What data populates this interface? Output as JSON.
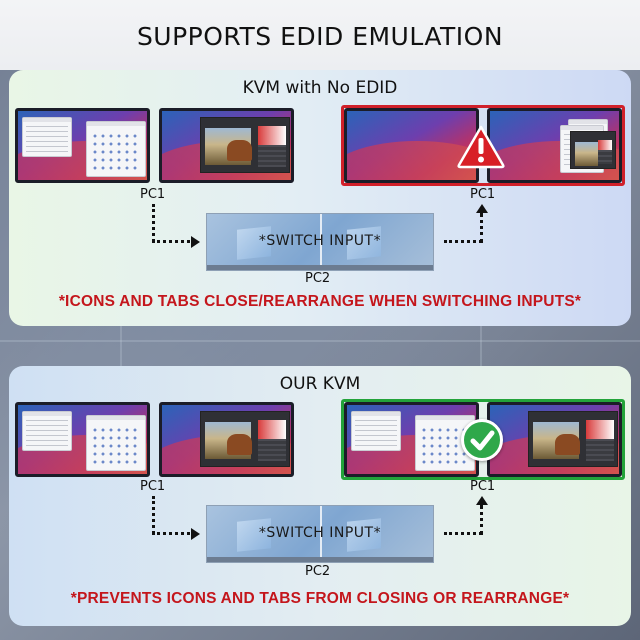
{
  "title": "SUPPORTS EDID EMULATION",
  "top_panel": {
    "heading": "KVM with No EDID",
    "label_pc1_left": "PC1",
    "label_pc1_right": "PC1",
    "label_pc2": "PC2",
    "switch_text": "*SWITCH INPUT*",
    "caption": "*ICONS AND TABS CLOSE/REARRANGE WHEN SWITCHING INPUTS*",
    "status_icon": "warning-icon"
  },
  "bottom_panel": {
    "heading": "OUR KVM",
    "label_pc1_left": "PC1",
    "label_pc1_right": "PC1",
    "label_pc2": "PC2",
    "switch_text": "*SWITCH INPUT*",
    "caption": "*PREVENTS ICONS AND TABS FROM CLOSING OR REARRANGE*",
    "status_icon": "checkmark-icon"
  },
  "colors": {
    "caption_red": "#c4161c",
    "highlight_red": "#d0202a",
    "highlight_green": "#23a33a"
  }
}
